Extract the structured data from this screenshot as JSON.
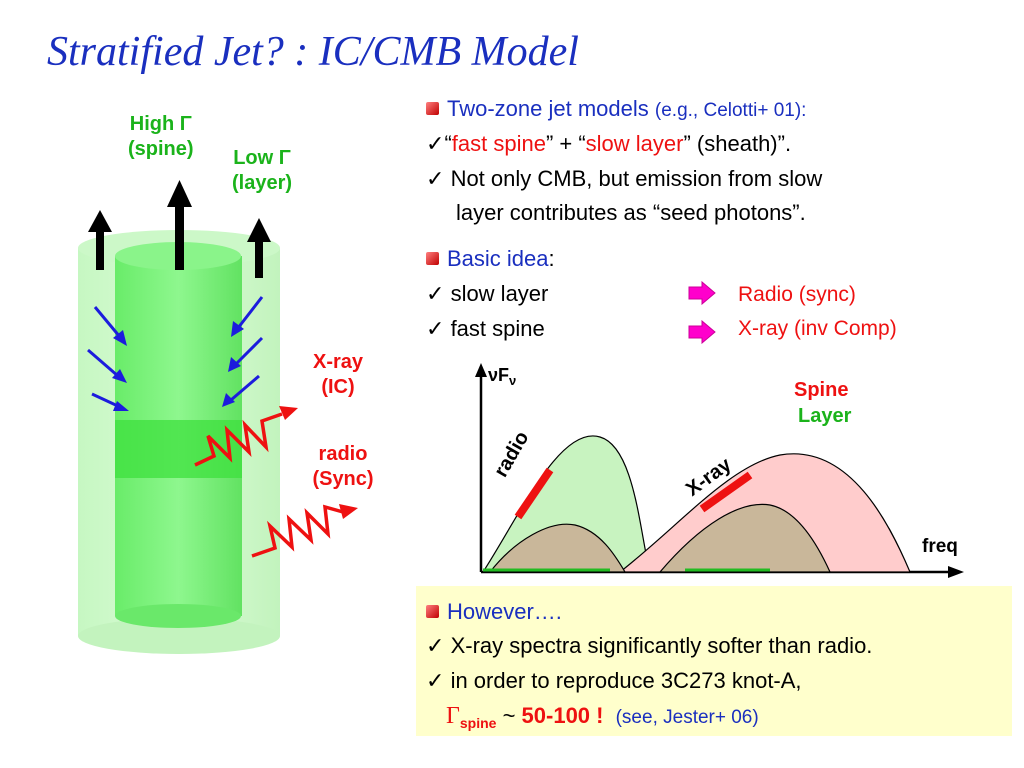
{
  "title": "Stratified Jet? : IC/CMB Model",
  "jet": {
    "high_gamma_label": "High Γ",
    "spine_label": "(spine)",
    "low_gamma_label": "Low Γ",
    "layer_label": "(layer)",
    "xray_label": "X-ray",
    "ic_label": "(IC)",
    "radio_label": "radio",
    "sync_label": "(Sync)"
  },
  "section1": {
    "heading": "Two-zone jet models",
    "heading_ref": "(e.g., Celotti+ 01):",
    "line1_open": "“",
    "line1_fast": "fast spine",
    "line1_mid": "” + “",
    "line1_slow": "slow layer",
    "line1_end": "” (sheath)”.",
    "line2": "Not only CMB, but emission from slow",
    "line3": "layer contributes  as “seed photons”."
  },
  "section2": {
    "heading": "Basic idea",
    "colon": ":",
    "item1": "slow layer",
    "item1_result": "Radio (sync)",
    "item2": "fast  spine",
    "item2_result": "X-ray (inv Comp)"
  },
  "sed": {
    "y_label_main": "νF",
    "y_label_sub": "ν",
    "x_label": "freq",
    "legend_spine": "Spine",
    "legend_layer": "Layer",
    "radio_tag": "radio",
    "xray_tag": "X-ray"
  },
  "section3": {
    "heading": "However….",
    "line1": "X-ray spectra significantly softer than radio.",
    "line2": "in order to reproduce 3C273 knot-A,",
    "gamma": "Γ",
    "gamma_sub": "spine",
    "tilde": " ~ ",
    "value": "50-100 !",
    "ref": "(see, Jester+ 06)"
  },
  "colors": {
    "title_blue": "#1a2fbf",
    "accent_red": "#ee1111",
    "layer_green": "#1bb31b",
    "magenta_arrow": "#ff00cc",
    "highlight_yellow": "#ffffcc"
  },
  "check_mark": "✓"
}
